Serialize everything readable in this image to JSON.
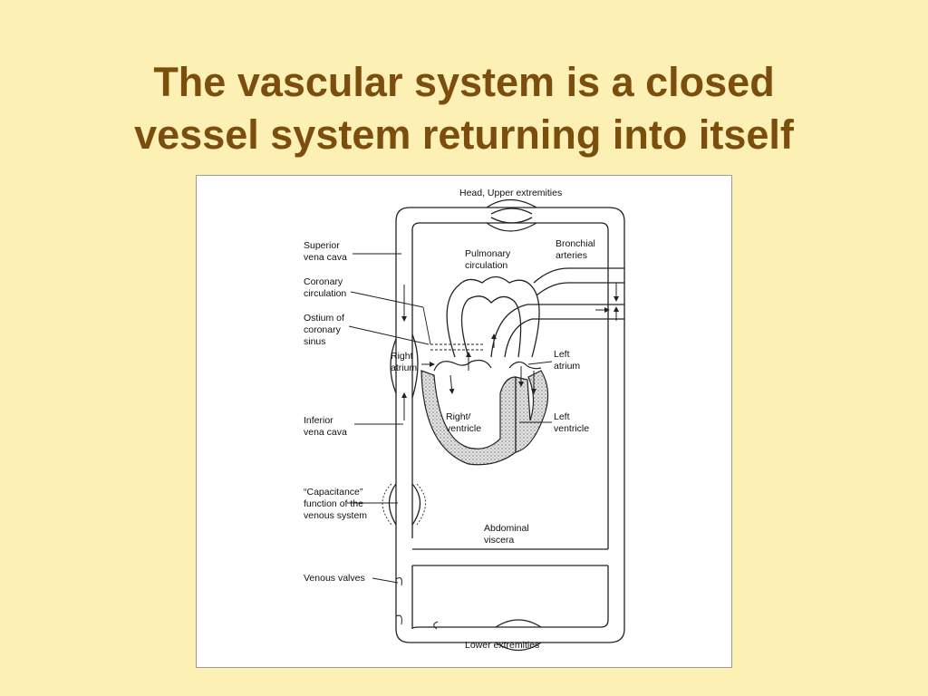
{
  "slide": {
    "title_line1": "The vascular system is a closed",
    "title_line2": "vessel system returning into itself"
  },
  "diagram": {
    "labels": {
      "head_upper": "Head, Upper extremities",
      "svc_1": "Superior",
      "svc_2": "vena cava",
      "coronary_1": "Coronary",
      "coronary_2": "circulation",
      "ostium_1": "Ostium of",
      "ostium_2": "coronary",
      "ostium_3": "sinus",
      "ra_1": "Right",
      "ra_2": "atrium",
      "ivc_1": "Inferior",
      "ivc_2": "vena cava",
      "cap_1": "“Capacitance”",
      "cap_2": "function of the",
      "cap_3": "venous system",
      "valves": "Venous valves",
      "pulm_1": "Pulmonary",
      "pulm_2": "circulation",
      "bronch_1": "Bronchial",
      "bronch_2": "arteries",
      "la_1": "Left",
      "la_2": "atrium",
      "rv_1": "Right",
      "rv_2": "ventricle",
      "lv_1": "Left",
      "lv_2": "ventricle",
      "abd_1": "Abdominal",
      "abd_2": "viscera",
      "lower": "Lower  extremities"
    }
  }
}
